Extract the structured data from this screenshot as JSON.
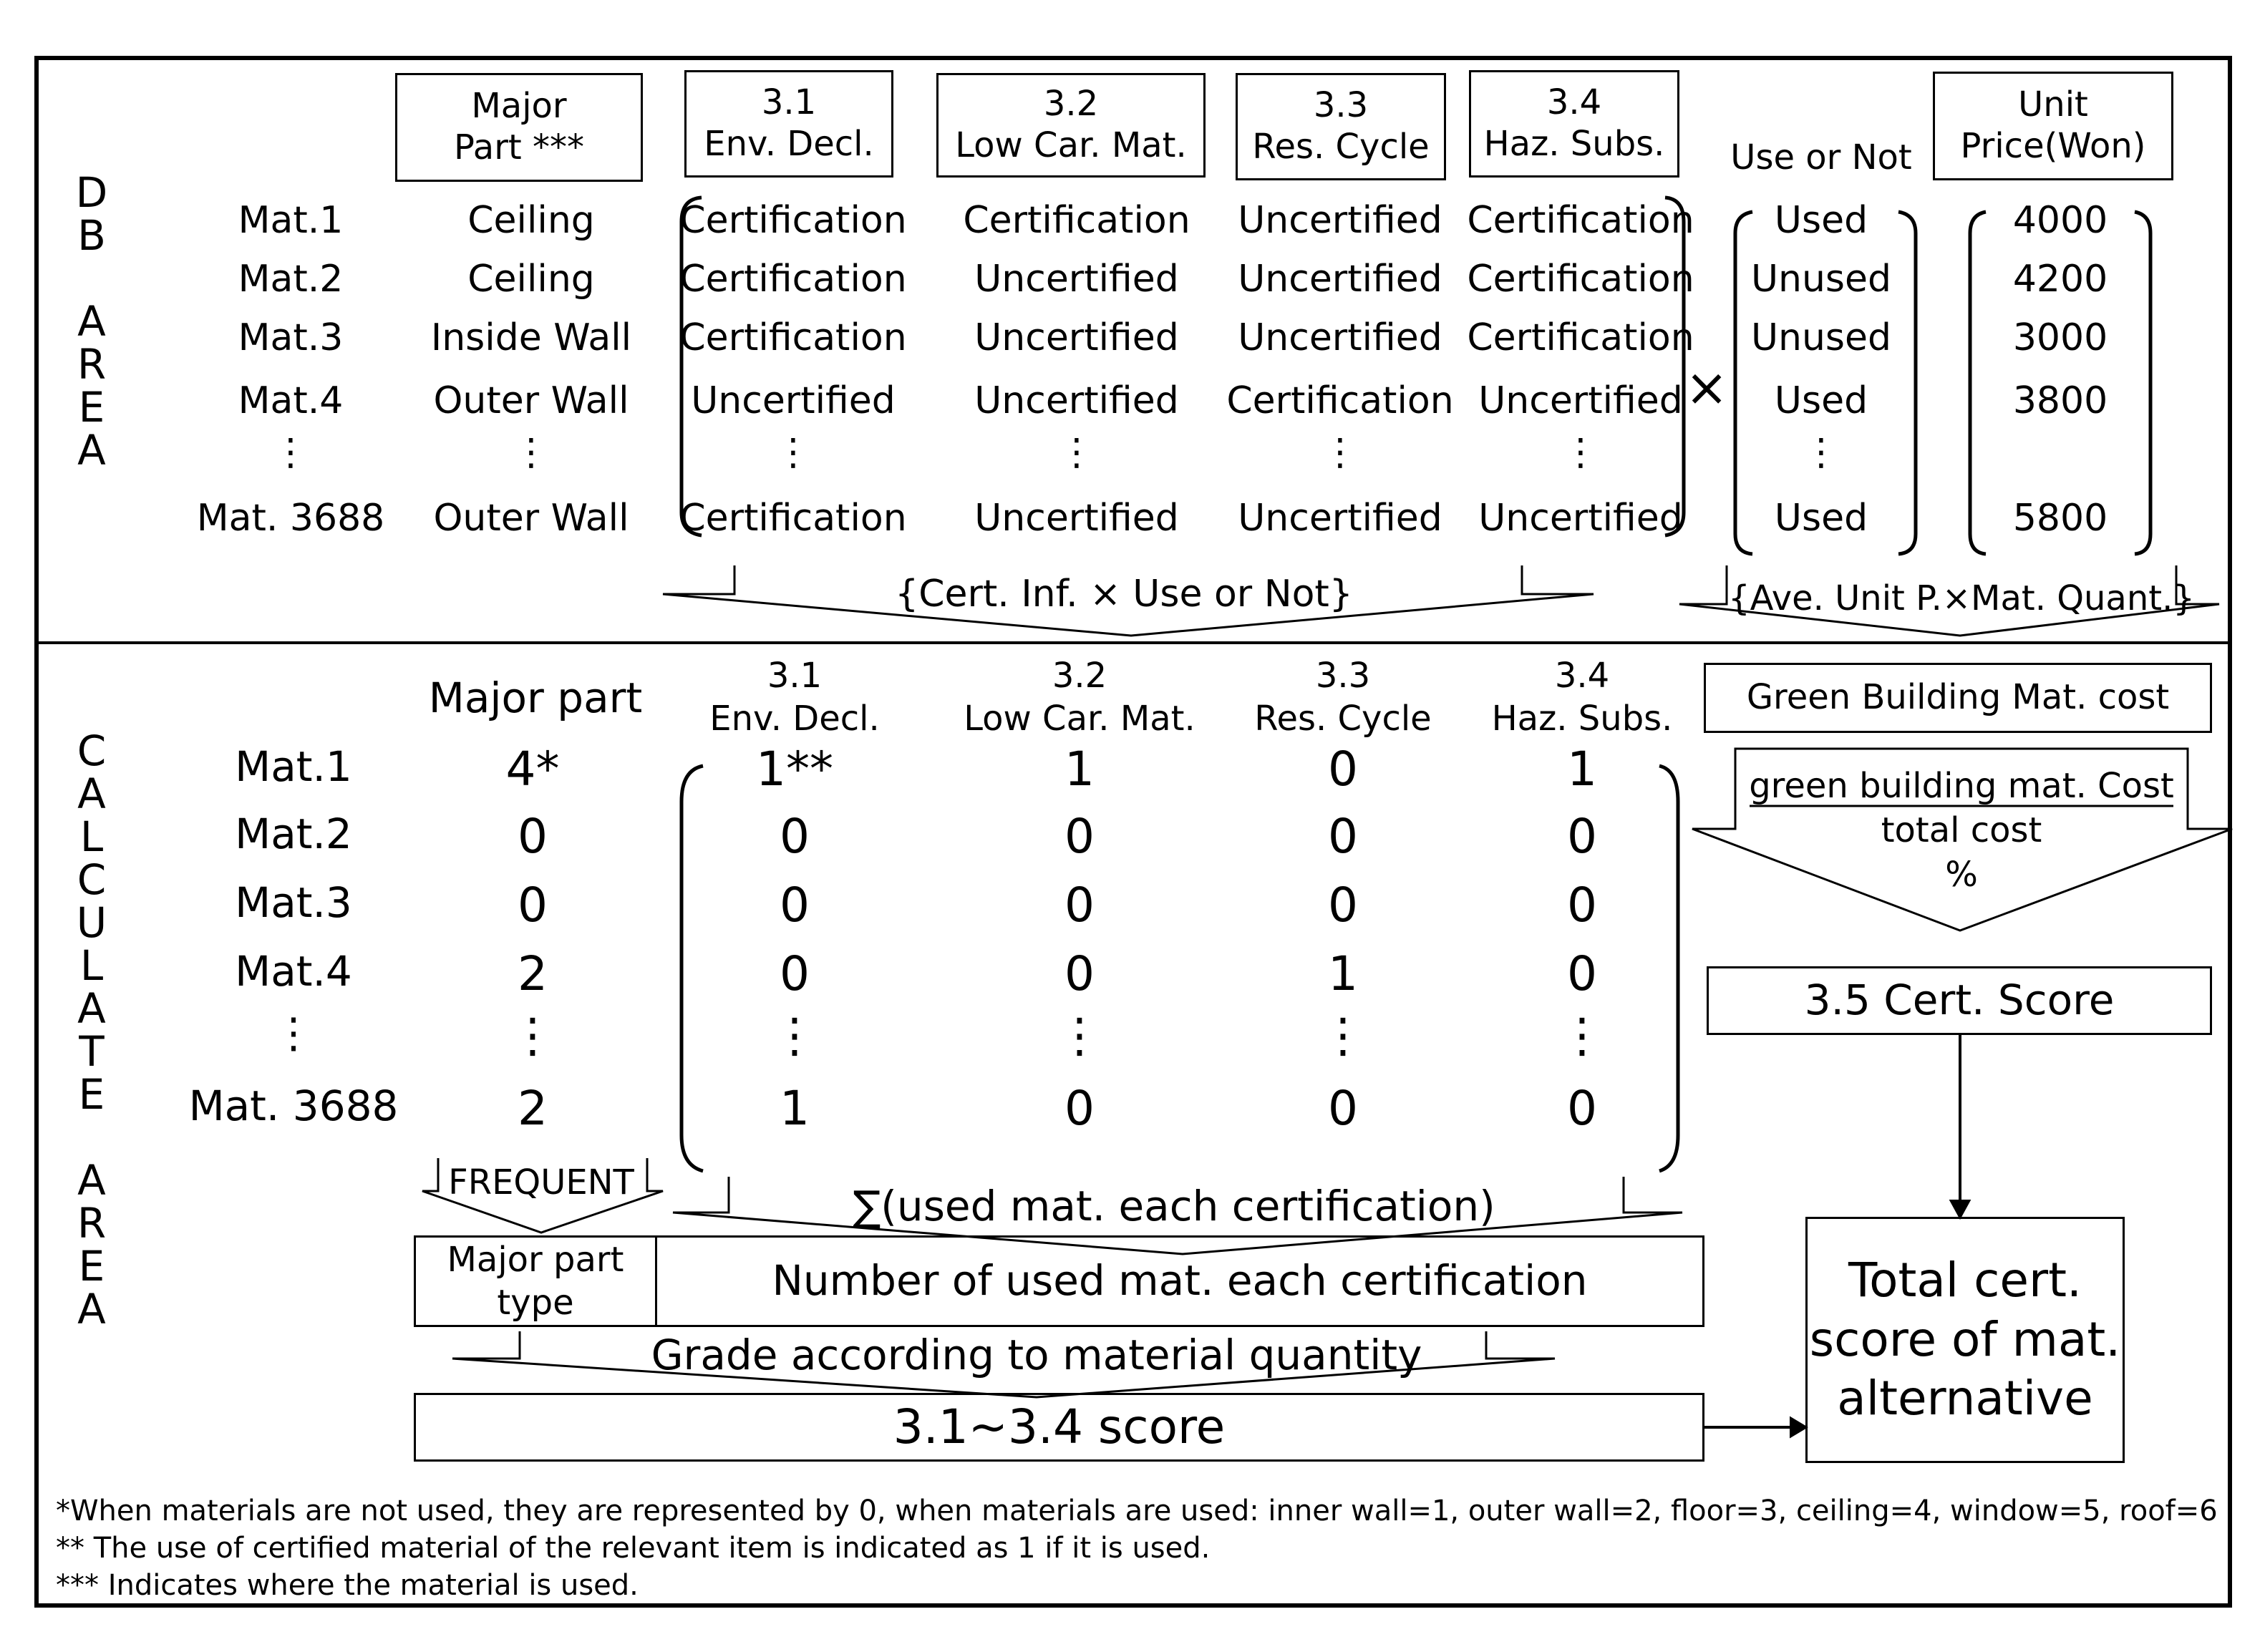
{
  "side_labels": {
    "db": [
      "D",
      "B",
      "",
      "A",
      "R",
      "E",
      "A"
    ],
    "calculate": [
      "C",
      "A",
      "L",
      "C",
      "U",
      "L",
      "A",
      "T",
      "E",
      "",
      "A",
      "R",
      "E",
      "A"
    ]
  },
  "db": {
    "headers": {
      "major": [
        "Major",
        "Part ***"
      ],
      "c31": [
        "3.1",
        "Env. Decl."
      ],
      "c32": [
        "3.2",
        "Low Car. Mat."
      ],
      "c33": [
        "3.3",
        "Res. Cycle"
      ],
      "c34": [
        "3.4",
        "Haz. Subs."
      ],
      "use": "Use or Not",
      "price": [
        "Unit",
        "Price(Won)"
      ]
    },
    "rows": [
      {
        "mat": "Mat.1",
        "major": "Ceiling",
        "c31": "Certification",
        "c32": "Certification",
        "c33": "Uncertified",
        "c34": "Certification",
        "use": "Used",
        "price": "4000"
      },
      {
        "mat": "Mat.2",
        "major": "Ceiling",
        "c31": "Certification",
        "c32": "Uncertified",
        "c33": "Uncertified",
        "c34": "Certification",
        "use": "Unused",
        "price": "4200"
      },
      {
        "mat": "Mat.3",
        "major": "Inside Wall",
        "c31": "Certification",
        "c32": "Uncertified",
        "c33": "Uncertified",
        "c34": "Certification",
        "use": "Unused",
        "price": "3000"
      },
      {
        "mat": "Mat.4",
        "major": "Outer Wall",
        "c31": "Uncertified",
        "c32": "Uncertified",
        "c33": "Certification",
        "c34": "Uncertified",
        "use": "Used",
        "price": "3800"
      },
      {
        "mat": "⋮",
        "major": "⋮",
        "c31": "⋮",
        "c32": "⋮",
        "c33": "⋮",
        "c34": "⋮",
        "use": "⋮",
        "price": ""
      },
      {
        "mat": "Mat. 3688",
        "major": "Outer Wall",
        "c31": "Certification",
        "c32": "Uncertified",
        "c33": "Uncertified",
        "c34": "Uncertified",
        "use": "Used",
        "price": "5800"
      }
    ],
    "times": "×",
    "arrow_cert": "{Cert. Inf. × Use or Not}",
    "arrow_price": "{Ave. Unit P.×Mat. Quant.}"
  },
  "calc": {
    "headers": {
      "major": "Major part",
      "c31": [
        "3.1",
        "Env. Decl."
      ],
      "c32": [
        "3.2",
        "Low Car. Mat."
      ],
      "c33": [
        "3.3",
        "Res. Cycle"
      ],
      "c34": [
        "3.4",
        "Haz. Subs."
      ]
    },
    "rows": [
      {
        "mat": "Mat.1",
        "major": "4*",
        "c31": "1**",
        "c32": "1",
        "c33": "0",
        "c34": "1"
      },
      {
        "mat": "Mat.2",
        "major": "0",
        "c31": "0",
        "c32": "0",
        "c33": "0",
        "c34": "0"
      },
      {
        "mat": "Mat.3",
        "major": "0",
        "c31": "0",
        "c32": "0",
        "c33": "0",
        "c34": "0"
      },
      {
        "mat": "Mat.4",
        "major": "2",
        "c31": "0",
        "c32": "0",
        "c33": "1",
        "c34": "0"
      },
      {
        "mat": "⋮",
        "major": "⋮",
        "c31": "⋮",
        "c32": "⋮",
        "c33": "⋮",
        "c34": "⋮"
      },
      {
        "mat": "Mat. 3688",
        "major": "2",
        "c31": "1",
        "c32": "0",
        "c33": "0",
        "c34": "0"
      }
    ],
    "frequent": "FREQUENT",
    "sum_arrow": "∑(used mat. each certification)",
    "major_type": [
      "Major part",
      "type"
    ],
    "num_used": "Number of used mat. each certification",
    "grade_arrow": "Grade according to material quantity",
    "score_31_34": "3.1~3.4 score",
    "green_cost": "Green Building Mat. cost",
    "fraction_num": "green building mat. Cost",
    "fraction_den": "total cost",
    "fraction_pct": "%",
    "score_35": "3.5 Cert. Score",
    "total": [
      "Total cert.",
      "score of mat.",
      "alternative"
    ]
  },
  "footnotes": [
    "*When materials are not used, they are represented by 0, when materials are used: inner wall=1, outer wall=2, floor=3, ceiling=4, window=5, roof=6",
    "** The use of certified material of the relevant item is indicated as 1 if it is used.",
    "*** Indicates where the material is used."
  ]
}
